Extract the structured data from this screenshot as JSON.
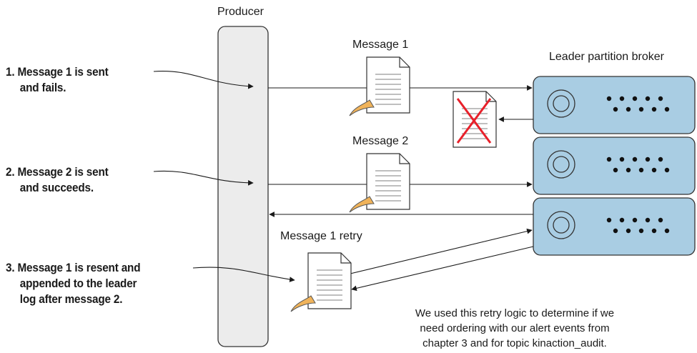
{
  "producer": {
    "label": "Producer"
  },
  "broker": {
    "label": "Leader partition broker"
  },
  "messages": {
    "m1": "Message 1",
    "m2": "Message 2",
    "m1_retry": "Message 1 retry"
  },
  "steps": [
    {
      "line1": "1. Message 1 is sent",
      "line2": "and fails."
    },
    {
      "line1": "2. Message 2 is sent",
      "line2": "and succeeds."
    },
    {
      "line1": "3. Message 1 is resent and",
      "line2": "appended to the leader",
      "line3": "log after message 2."
    }
  ],
  "note": {
    "line1": "We used this retry logic to determine if we",
    "line2": "need ordering with our alert events from",
    "line3": "chapter 3 and for topic kinaction_audit."
  },
  "colors": {
    "broker_fill": "#a9cde3",
    "producer_fill": "#ececec",
    "doc_fold": "#f0b35a",
    "fail_mark": "#e8202a"
  }
}
